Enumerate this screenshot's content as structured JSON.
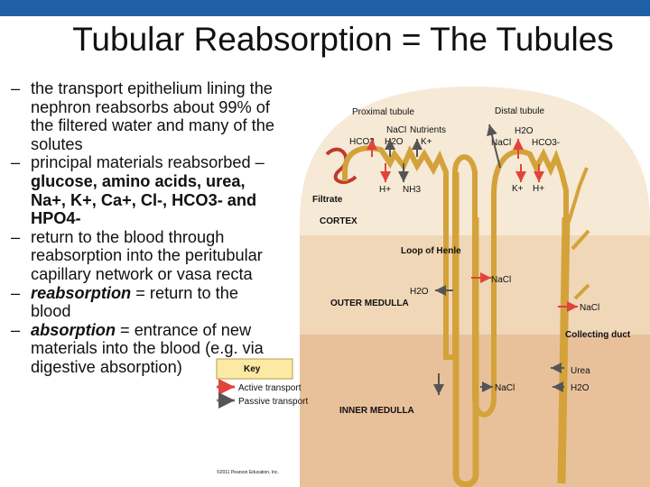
{
  "slide": {
    "title": "Tubular Reabsorption = The Tubules",
    "accent_color": "#1f5fa6"
  },
  "bullets": [
    {
      "dash": "–",
      "line1": "the transport epithelium lining the nephron reabsorbs about 99% of the filtered water and many of the solutes"
    },
    {
      "dash": "–",
      "lead": "principal materials reabsorbed –",
      "bold": "glucose, amino acids, urea, Na+, K+, Ca+, Cl-, HCO3- and HPO4-"
    },
    {
      "dash": "–",
      "line1": "return to the blood through reabsorption into the peritubular capillary network or vasa recta"
    },
    {
      "dash": "–",
      "term": "reabsorption",
      "rest": " = return to the blood"
    },
    {
      "dash": "–",
      "term": "absorption",
      "rest": " = entrance of new materials into the blood (e.g. via digestive absorption)"
    }
  ],
  "diagram": {
    "proximal_tubule": "Proximal tubule",
    "distal_tubule": "Distal tubule",
    "proximal_labels": {
      "nacl": "NaCl",
      "nutrients": "Nutrients",
      "hco3": "HCO3",
      "h2o": "H2O",
      "k": "K+",
      "h": "H+",
      "nh3": "NH3"
    },
    "distal_labels": {
      "h2o": "H2O",
      "nacl": "NaCl",
      "hco3": "HCO3-",
      "k": "K+",
      "h": "H+"
    },
    "filtrate": "Filtrate",
    "cortex": "CORTEX",
    "loop_of_henle": "Loop of Henle",
    "outer_medulla": "OUTER MEDULLA",
    "inner_medulla": "INNER MEDULLA",
    "collecting_duct": "Collecting duct",
    "loop_nacl_upper": "NaCl",
    "loop_h2o": "H2O",
    "duct_nacl": "NaCl",
    "urea": "Urea",
    "inner_nacl": "NaCl",
    "inner_h2o": "H2O",
    "key_title": "Key",
    "key_active": "Active transport",
    "key_passive": "Passive transport",
    "copyright": "©2011 Pearson Education, Inc.",
    "colors": {
      "cortex": "#f6e9d6",
      "outer_medulla": "#f0d7b8",
      "inner_medulla": "#e8c19b",
      "tubule_fill": "#fbe9a4",
      "tubule_stroke": "#d4a23a",
      "active_arrow": "#e0443a",
      "passive_arrow": "#555555",
      "capillary": "#c0392b"
    }
  }
}
